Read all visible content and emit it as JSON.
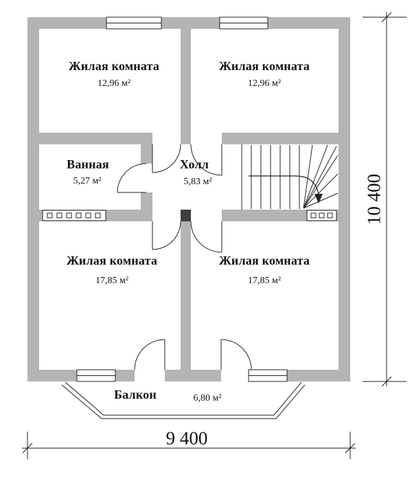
{
  "rooms": {
    "top_left": {
      "name": "Жилая комната",
      "area": "12,96 м²"
    },
    "top_right": {
      "name": "Жилая комната",
      "area": "12,96 м²"
    },
    "bathroom": {
      "name": "Ванная",
      "area": "5,27 м²"
    },
    "hall": {
      "name": "Холл",
      "area": "5,83 м²"
    },
    "bottom_left": {
      "name": "Жилая комната",
      "area": "17,85 м²"
    },
    "bottom_right": {
      "name": "Жилая комната",
      "area": "17,85 м²"
    },
    "balcony": {
      "name": "Балкон",
      "area": "6,80 м²"
    }
  },
  "dimensions": {
    "overall_width": "9 400",
    "overall_height": "10 400"
  },
  "colors": {
    "wall": "#b4b4b4",
    "line": "#1c1c1c",
    "post": "#3f3f3f",
    "background": "#ffffff"
  }
}
